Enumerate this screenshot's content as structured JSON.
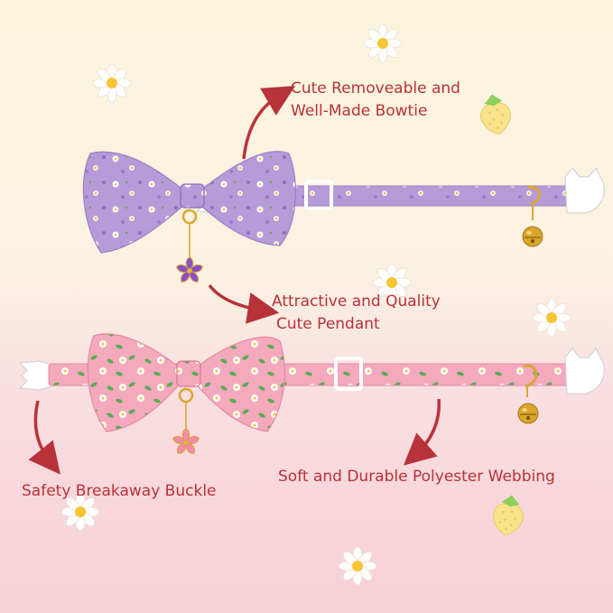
{
  "callouts": {
    "bowtie": {
      "line1": "Cute Removeable and",
      "line2": "Well-Made Bowtie"
    },
    "pendant": {
      "line1": "Attractive and Quality",
      "line2": "Cute Pendant"
    },
    "buckle": {
      "text": "Safety Breakaway Buckle"
    },
    "webbing": {
      "text": "Soft and Durable Polyester Webbing"
    }
  },
  "colors": {
    "background_top": "#fbf5de",
    "background_bottom": "#f7cfd6",
    "callout_text": "#b8323a",
    "purple_collar": "#b79ad8",
    "pink_collar": "#f4a9bd",
    "gold_hardware": "#d8a830"
  },
  "icons": [
    "daisy-icon",
    "strawberry-icon",
    "sakura-pendant-icon",
    "bell-icon",
    "buckle-icon",
    "arrow-icon"
  ]
}
